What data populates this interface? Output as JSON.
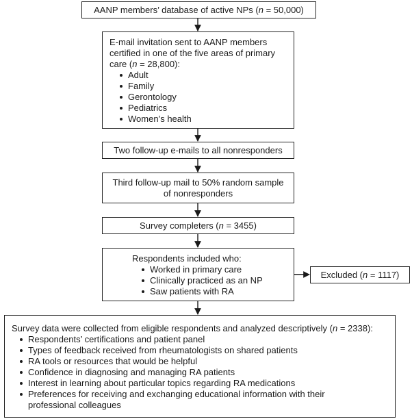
{
  "box1": {
    "text_before": "AANP members’ database of active NPs (",
    "n_label": "n",
    "text_after": " = 50,000)"
  },
  "box2": {
    "line1": "E-mail invitation sent to AANP members",
    "line2": "certified in one of the five areas of primary",
    "line3": "care (",
    "n_label": "n",
    "line3_after": " = 28,800):",
    "items": [
      "Adult",
      "Family",
      "Gerontology",
      "Pediatrics",
      "Women’s health"
    ]
  },
  "box3": {
    "text": "Two follow-up e-mails to all nonresponders"
  },
  "box4": {
    "line1": "Third follow-up mail to 50% random sample",
    "line2": "of nonresponders"
  },
  "box5": {
    "text_before": "Survey completers (",
    "n_label": "n",
    "text_after": " = 3455)"
  },
  "box6": {
    "title": "Respondents included who:",
    "items": [
      "Worked in primary care",
      "Clinically practiced as an NP",
      "Saw patients with RA"
    ]
  },
  "excluded": {
    "text_before": "Excluded (",
    "n_label": "n",
    "text_after": " = 1117)"
  },
  "box7": {
    "intro_before": "Survey data were collected from eligible respondents and analyzed descriptively (",
    "n_label": "n",
    "intro_after": " = 2338):",
    "items": [
      "Respondents’ certifications and patient panel",
      "Types of feedback received from rheumatologists on shared patients",
      "RA tools or resources that would be helpful",
      "Confidence in diagnosing and managing RA patients",
      "Interest in learning about particular topics regarding RA medications",
      "Preferences for receiving and exchanging educational information with their professional colleagues"
    ]
  }
}
